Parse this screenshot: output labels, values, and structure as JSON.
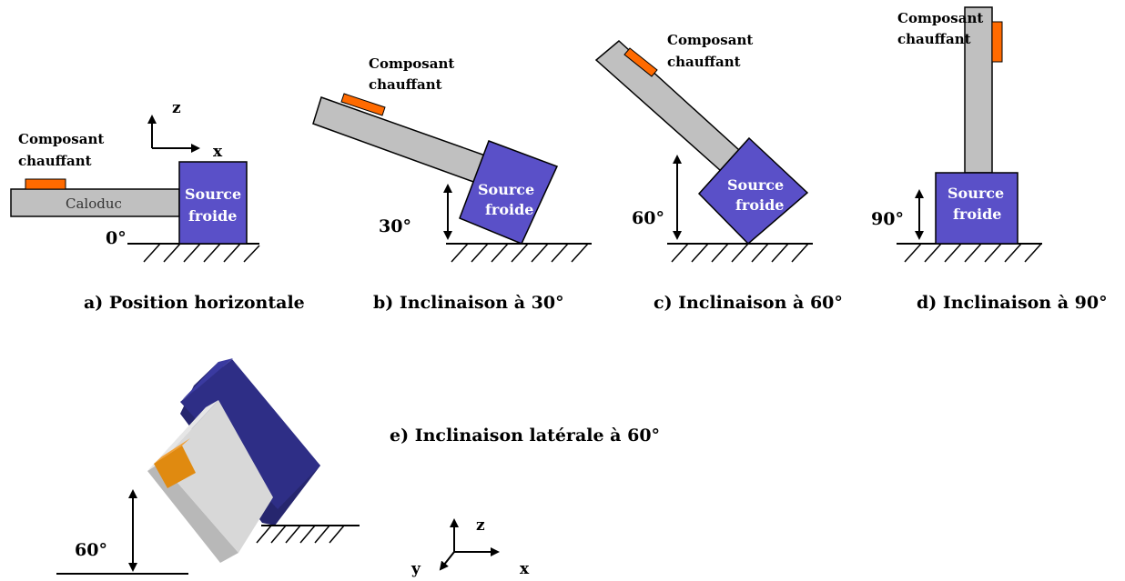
{
  "colors": {
    "heat_pipe": "#c0c0c0",
    "cold_source": "#5a50c8",
    "component": "#ff6a00",
    "dark_block": "#2a2a7a",
    "light_block": "#d4d4d4"
  },
  "panels": {
    "a": {
      "component_label_1": "Composant",
      "component_label_2": "chauffant",
      "pipe_label": "Caloduc",
      "source_label_1": "Source",
      "source_label_2": "froide",
      "angle": "0°",
      "axis_z": "z",
      "axis_x": "x",
      "caption": "a) Position horizontale"
    },
    "b": {
      "component_label_1": "Composant",
      "component_label_2": "chauffant",
      "source_label_1": "Source",
      "source_label_2": "froide",
      "angle": "30°",
      "caption": "b) Inclinaison à 30°"
    },
    "c": {
      "component_label_1": "Composant",
      "component_label_2": "chauffant",
      "source_label_1": "Source",
      "source_label_2": "froide",
      "angle": "60°",
      "caption": "c) Inclinaison à 60°"
    },
    "d": {
      "component_label_1": "Composant",
      "component_label_2": "chauffant",
      "source_label_1": "Source",
      "source_label_2": "froide",
      "angle": "90°",
      "caption": "d) Inclinaison à 90°"
    },
    "e": {
      "angle": "60°",
      "caption": "e) Inclinaison latérale à 60°",
      "axis_z": "z",
      "axis_x": "x",
      "axis_y": "y"
    }
  }
}
